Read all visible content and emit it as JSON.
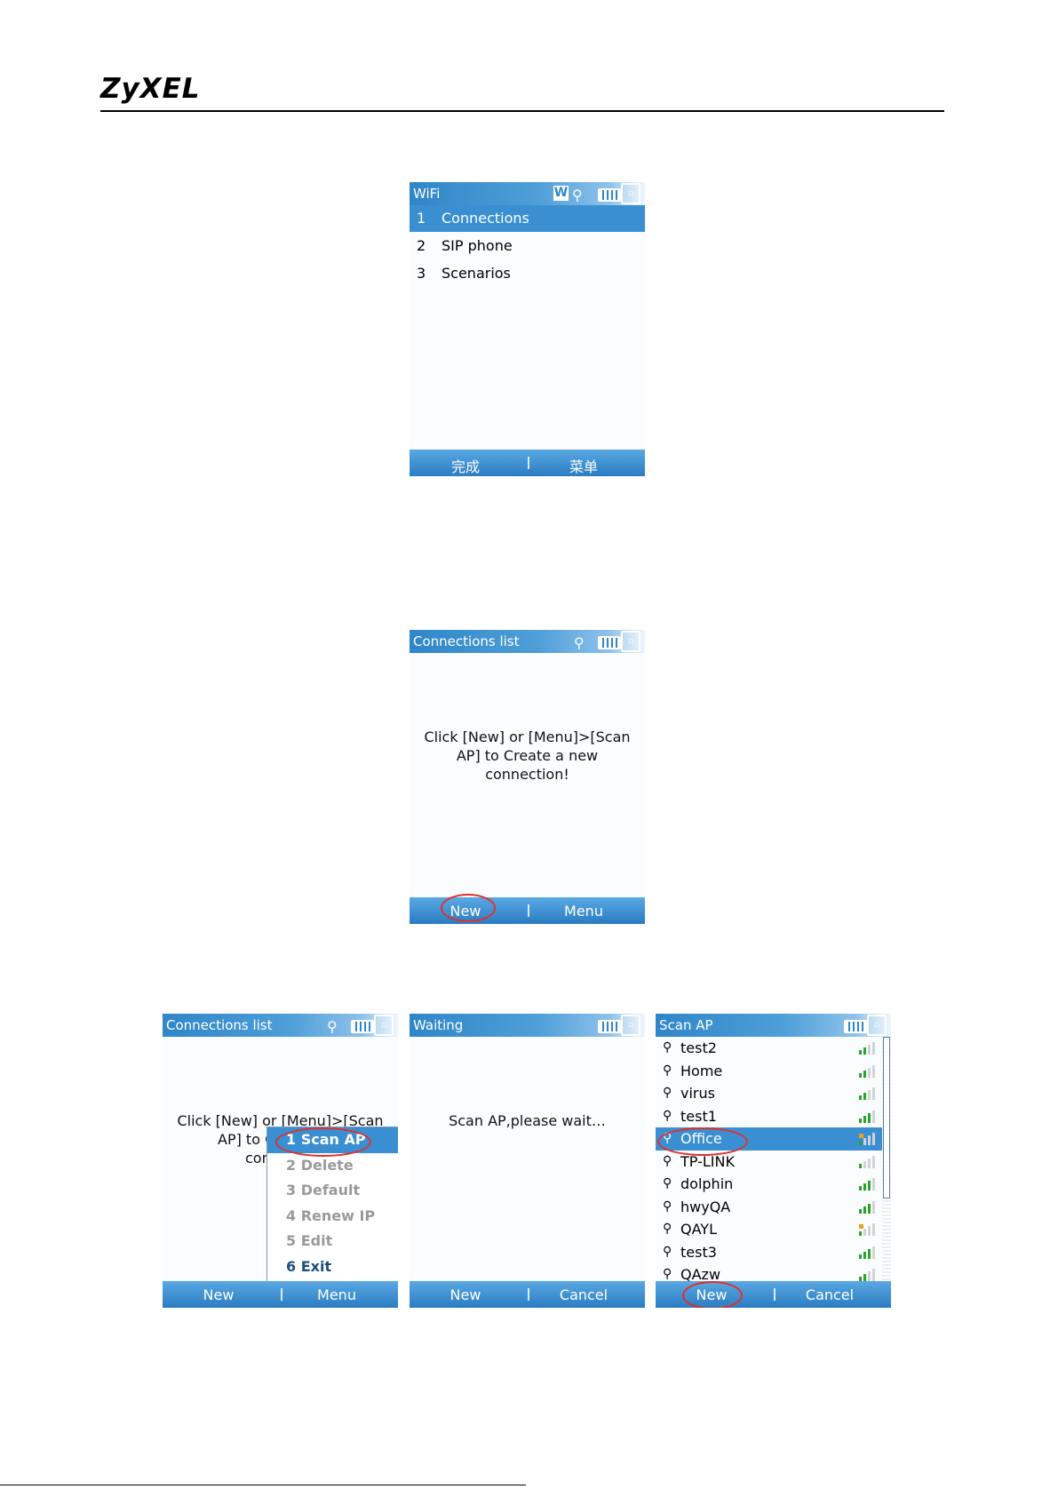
{
  "header": {
    "logo": "ZyXEL"
  },
  "screens": {
    "wifi": {
      "title": "WiFi",
      "status_icons": [
        "wifi-w-icon",
        "antenna-icon",
        "battery-icon",
        "sim-icon"
      ],
      "menu": [
        {
          "num": "1",
          "label": "Connections"
        },
        {
          "num": "2",
          "label": "SIP phone"
        },
        {
          "num": "3",
          "label": "Scenarios"
        }
      ],
      "softkeys": {
        "left": "完成",
        "right": "菜单"
      }
    },
    "connections": {
      "title": "Connections list",
      "message": [
        "Click [New] or [Menu]>[Scan",
        "AP] to Create a new",
        "connection!"
      ],
      "softkeys": {
        "left": "New",
        "right": "Menu"
      }
    },
    "connections_menu": {
      "title": "Connections list",
      "message": [
        "Click [New] or [Menu]>[Scan",
        "AP] to C",
        "con"
      ],
      "popup": [
        "1 Scan AP",
        "2 Delete",
        "3 Default",
        "4 Renew IP",
        "5 Edit",
        "6 Exit"
      ],
      "softkeys": {
        "left": "New",
        "right": "Menu"
      }
    },
    "waiting": {
      "title": "Waiting",
      "message": "Scan AP,please wait…",
      "softkeys": {
        "left": "New",
        "right": "Cancel"
      }
    },
    "scan": {
      "title": "Scan AP",
      "access_points": [
        {
          "name": "test2",
          "bars": 2,
          "locked": false
        },
        {
          "name": "Home",
          "bars": 2,
          "locked": false
        },
        {
          "name": "virus",
          "bars": 2,
          "locked": false
        },
        {
          "name": "test1",
          "bars": 3,
          "locked": false
        },
        {
          "name": "Office",
          "bars": 1,
          "locked": true
        },
        {
          "name": "TP-LINK",
          "bars": 1,
          "locked": false
        },
        {
          "name": "dolphin",
          "bars": 3,
          "locked": false
        },
        {
          "name": "hwyQA",
          "bars": 3,
          "locked": false
        },
        {
          "name": "QAYL",
          "bars": 1,
          "locked": true
        },
        {
          "name": "test3",
          "bars": 3,
          "locked": false
        },
        {
          "name": "QAzw",
          "bars": 2,
          "locked": false
        }
      ],
      "softkeys": {
        "left": "New",
        "right": "Cancel"
      }
    }
  },
  "colors": {
    "title_blue": "#2f86c8",
    "highlight": "#3a8fd2",
    "annotation_red": "#e0302a"
  }
}
